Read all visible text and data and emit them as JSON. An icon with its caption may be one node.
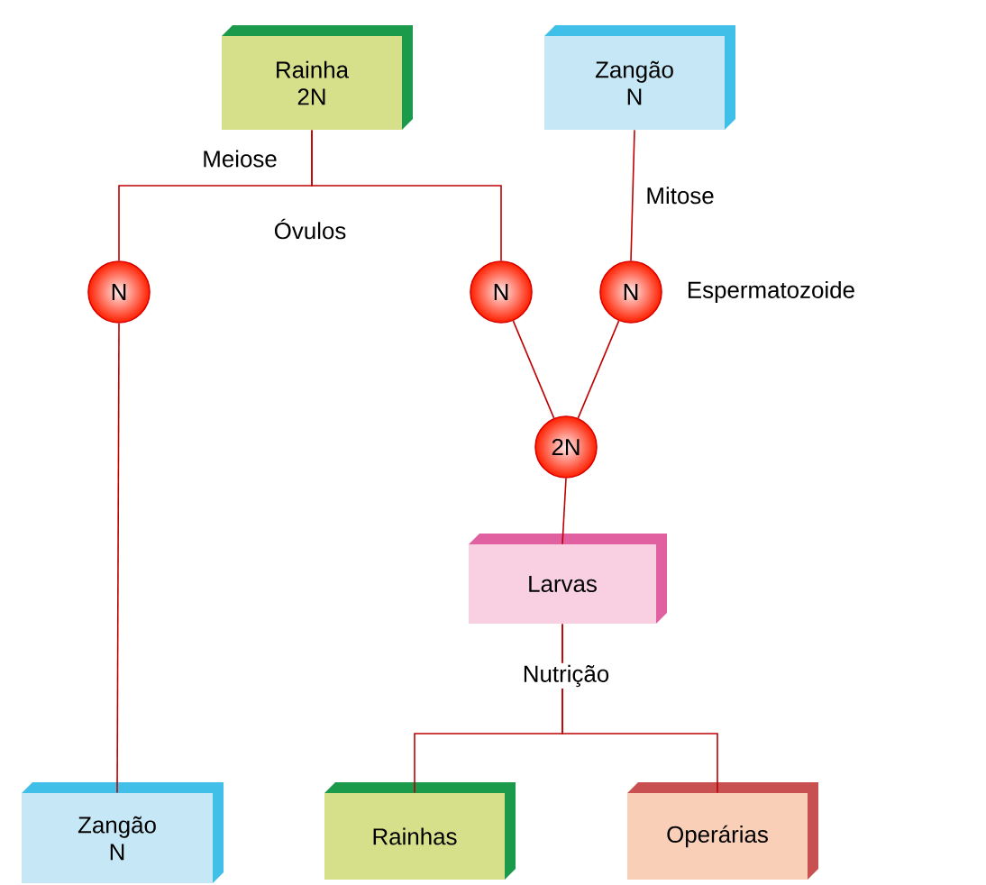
{
  "diagram": {
    "nodes": [
      {
        "text": [
          "Rainha",
          "2N"
        ]
      },
      {
        "text": [
          "Zangão",
          "N"
        ]
      },
      {
        "text": [
          "N"
        ]
      },
      {
        "text": [
          "N"
        ]
      },
      {
        "text": [
          "N"
        ],
        "beside": [
          "Espermatozoide"
        ]
      },
      {
        "text": [
          "2N"
        ]
      },
      {
        "text": [
          "Larvas"
        ]
      },
      {
        "text": [
          "Zangão",
          "N"
        ]
      },
      {
        "text": [
          "Rainhas"
        ]
      },
      {
        "text": [
          "Operárias"
        ]
      }
    ],
    "edges": [
      {
        "from": 0,
        "to": 2,
        "arrow": "none"
      },
      {
        "from": 0,
        "to": 3,
        "arrow": "none"
      },
      {
        "from": 1,
        "to": 4,
        "arrow": "none",
        "label": "Mitose"
      },
      {
        "from": 3,
        "to": 5,
        "arrow": "none"
      },
      {
        "from": 4,
        "to": 5,
        "arrow": "none"
      },
      {
        "from": 5,
        "to": 6,
        "arrow": "none"
      },
      {
        "from": 2,
        "to": 7,
        "arrow": "none"
      },
      {
        "from": 6,
        "to": 8,
        "arrow": "none"
      },
      {
        "from": 6,
        "to": 9,
        "arrow": "none"
      }
    ],
    "labels": [
      "Meiose",
      "Óvulos",
      "Nutrição"
    ]
  }
}
